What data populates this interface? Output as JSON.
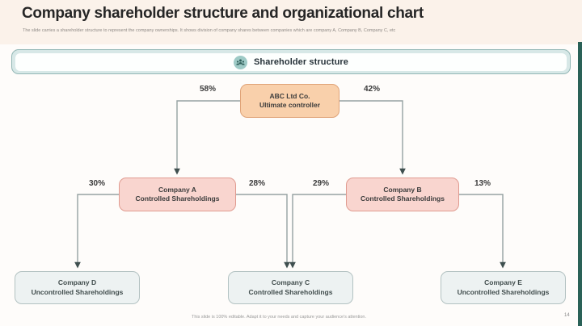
{
  "slide": {
    "title": "Company shareholder structure and organizational chart",
    "subtitle": "The slide carries a shareholder structure to represent the company ownerships. It shows division of company shares between companies which are company A, Company B, Company C, etc",
    "footer_note": "This slide is 100% editable. Adapt it to your needs and capture your audience's attention.",
    "page_number": "14"
  },
  "banner": {
    "label": "Shareholder structure",
    "icon": "group-people-icon"
  },
  "chart_data": {
    "type": "org-chart",
    "title": "Shareholder structure",
    "nodes": [
      {
        "id": "abc-ltd-co",
        "title": "ABC Ltd Co.",
        "subtitle": "Ultimate controller",
        "role": "ultimate-controller",
        "level": 1
      },
      {
        "id": "company-a",
        "title": "Company A",
        "subtitle": "Controlled Shareholdings",
        "role": "controlled",
        "level": 2
      },
      {
        "id": "company-b",
        "title": "Company B",
        "subtitle": "Controlled Shareholdings",
        "role": "controlled",
        "level": 2
      },
      {
        "id": "company-d",
        "title": "Company D",
        "subtitle": "Uncontrolled Shareholdings",
        "role": "uncontrolled",
        "level": 3
      },
      {
        "id": "company-c",
        "title": "Company C",
        "subtitle": "Controlled Shareholdings",
        "role": "controlled",
        "level": 3
      },
      {
        "id": "company-e",
        "title": "Company E",
        "subtitle": "Uncontrolled Shareholdings",
        "role": "uncontrolled",
        "level": 3
      }
    ],
    "edges": [
      {
        "from": "ABC Ltd Co.",
        "to": "Company A",
        "label": "58%"
      },
      {
        "from": "ABC Ltd Co.",
        "to": "Company B",
        "label": "42%"
      },
      {
        "from": "Company A",
        "to": "Company D",
        "label": "30%"
      },
      {
        "from": "Company A",
        "to": "Company C",
        "label": "28%"
      },
      {
        "from": "Company B",
        "to": "Company C",
        "label": "29%"
      },
      {
        "from": "Company B",
        "to": "Company E",
        "label": "13%"
      }
    ]
  },
  "colors": {
    "top_band": "#fbf2ea",
    "accent_strip": "#2a6157",
    "banner_fill": "#d7e8e7",
    "banner_border": "#93b7b5",
    "ultimate_fill": "#f9d0ab",
    "ultimate_border": "#dfa378",
    "controlled_fill": "#f9d5cf",
    "controlled_border": "#e09b90",
    "uncontrolled_fill": "#edf2f2",
    "uncontrolled_border": "#b3c2c2",
    "connector": "#95a2a2"
  }
}
